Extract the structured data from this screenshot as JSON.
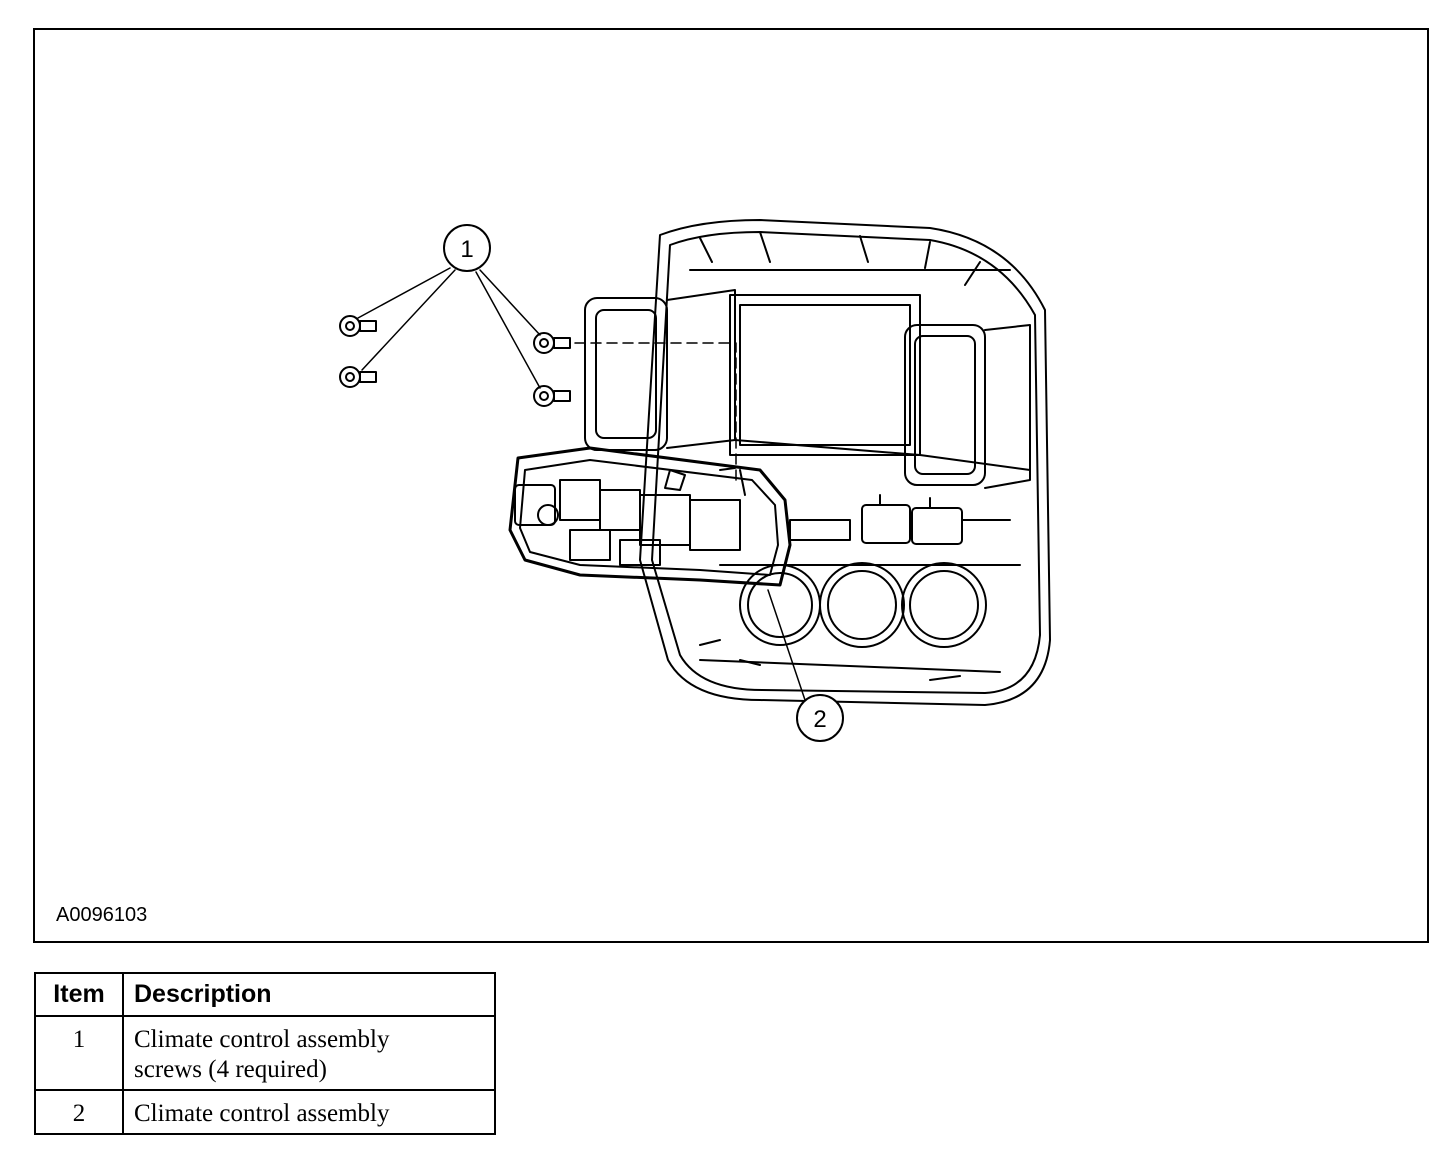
{
  "figure_id": "A0096103",
  "callouts": [
    {
      "label": "1"
    },
    {
      "label": "2"
    }
  ],
  "legend": {
    "header_item": "Item",
    "header_description": "Description",
    "rows": [
      {
        "item": "1",
        "description_line1": "Climate control assembly",
        "description_line2": "screws (4 required)"
      },
      {
        "item": "2",
        "description_line1": "Climate control assembly",
        "description_line2": ""
      }
    ]
  }
}
